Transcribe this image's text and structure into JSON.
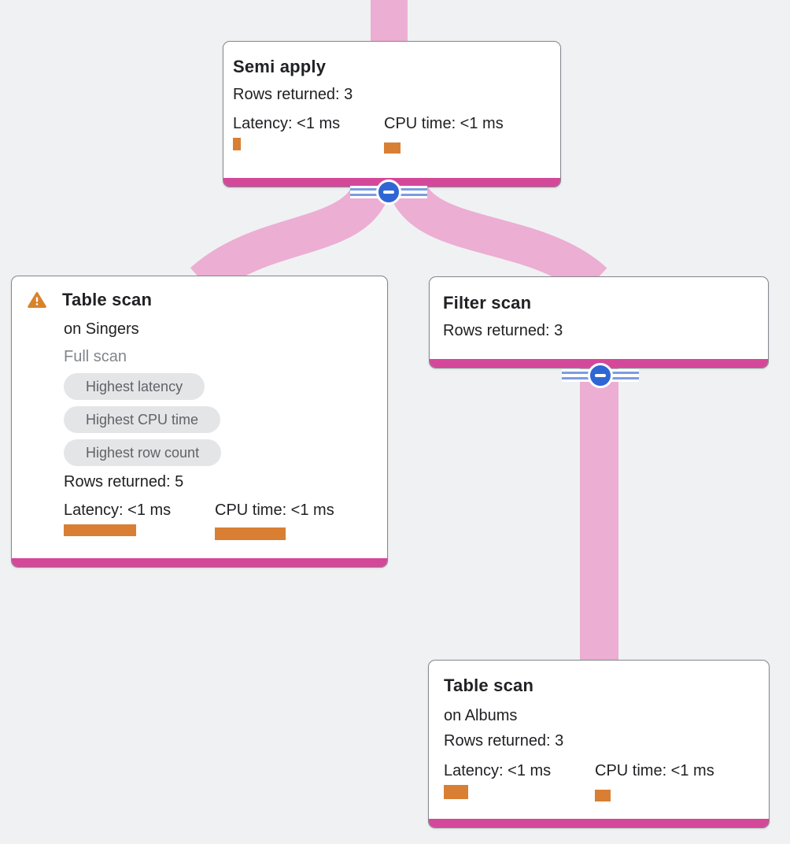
{
  "diagram": "query-execution-plan",
  "colors": {
    "background": "#f0f1f3",
    "card_background": "#ffffff",
    "card_border": "#84888d",
    "accent_bar": "#d4489a",
    "edge": "#ecaed3",
    "collapse_button": "#2f66d3",
    "collapse_stripe": "#7d9be0",
    "metric_bar": "#d87f33",
    "warning_icon": "#d9822b",
    "badge_background": "#e4e5e7",
    "badge_text": "#5f6368",
    "text_primary": "#202124",
    "text_secondary": "#80868b"
  },
  "nodes": [
    {
      "title": "Semi apply",
      "rows_returned": "Rows returned: 3",
      "latency_label": "Latency: <1 ms",
      "latency_bar_style": "width:10px;height:16px",
      "cpu_label": "CPU time: <1 ms",
      "cpu_bar_style": "width:21px;height:14px;margin-top:12px"
    },
    {
      "title": "Table scan",
      "subtitle": "on Singers",
      "scan_type": "Full scan",
      "warning": "warning",
      "badges": [
        "Highest latency",
        "Highest CPU time",
        "Highest row count"
      ],
      "rows_returned": "Rows returned: 5",
      "latency_label": "Latency: <1 ms",
      "latency_bar_style": "width:92px;height:15px",
      "cpu_label": "CPU time: <1 ms",
      "cpu_bar_style": "width:90px;height:16px;margin-top:10px"
    },
    {
      "title": "Filter scan",
      "rows_returned": "Rows returned: 3"
    },
    {
      "title": "Table scan",
      "subtitle": "on Albums",
      "rows_returned": "Rows returned: 3",
      "latency_label": "Latency: <1 ms",
      "latency_bar_style": "width:31px;height:18px",
      "cpu_label": "CPU time: <1 ms",
      "cpu_bar_style": "width:20px;height:15px;margin-top:12px"
    }
  ]
}
